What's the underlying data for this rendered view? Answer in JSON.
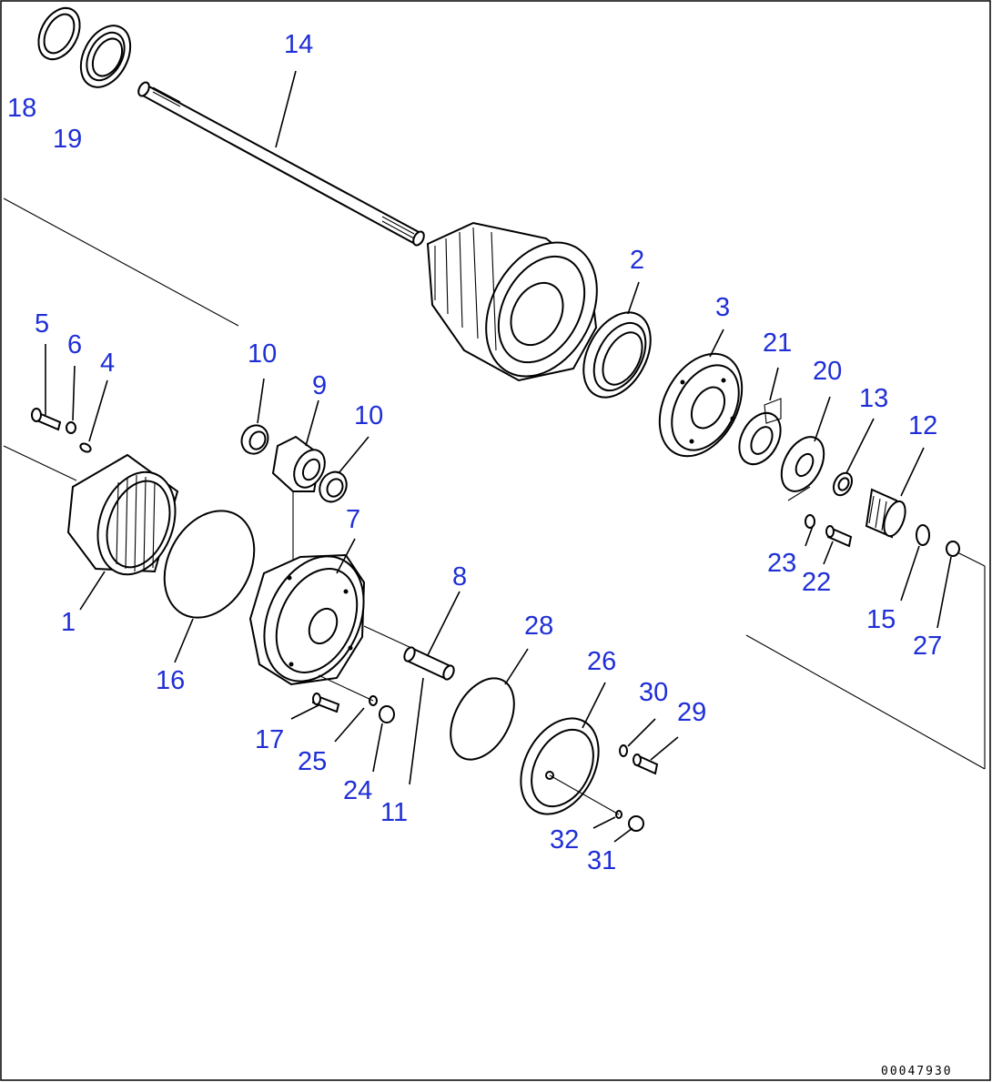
{
  "drawing_code": "00047930",
  "callouts": [
    {
      "id": "c1",
      "label": "1"
    },
    {
      "id": "c2",
      "label": "2"
    },
    {
      "id": "c3",
      "label": "3"
    },
    {
      "id": "c4",
      "label": "4"
    },
    {
      "id": "c5",
      "label": "5"
    },
    {
      "id": "c6",
      "label": "6"
    },
    {
      "id": "c7",
      "label": "7"
    },
    {
      "id": "c8",
      "label": "8"
    },
    {
      "id": "c9",
      "label": "9"
    },
    {
      "id": "c10a",
      "label": "10"
    },
    {
      "id": "c10b",
      "label": "10"
    },
    {
      "id": "c11",
      "label": "11"
    },
    {
      "id": "c12",
      "label": "12"
    },
    {
      "id": "c13",
      "label": "13"
    },
    {
      "id": "c14",
      "label": "14"
    },
    {
      "id": "c15",
      "label": "15"
    },
    {
      "id": "c16",
      "label": "16"
    },
    {
      "id": "c17",
      "label": "17"
    },
    {
      "id": "c18",
      "label": "18"
    },
    {
      "id": "c19",
      "label": "19"
    },
    {
      "id": "c20",
      "label": "20"
    },
    {
      "id": "c21",
      "label": "21"
    },
    {
      "id": "c22",
      "label": "22"
    },
    {
      "id": "c23",
      "label": "23"
    },
    {
      "id": "c24",
      "label": "24"
    },
    {
      "id": "c25",
      "label": "25"
    },
    {
      "id": "c26",
      "label": "26"
    },
    {
      "id": "c27",
      "label": "27"
    },
    {
      "id": "c28",
      "label": "28"
    },
    {
      "id": "c29",
      "label": "29"
    },
    {
      "id": "c30",
      "label": "30"
    },
    {
      "id": "c31",
      "label": "31"
    },
    {
      "id": "c32",
      "label": "32"
    }
  ]
}
